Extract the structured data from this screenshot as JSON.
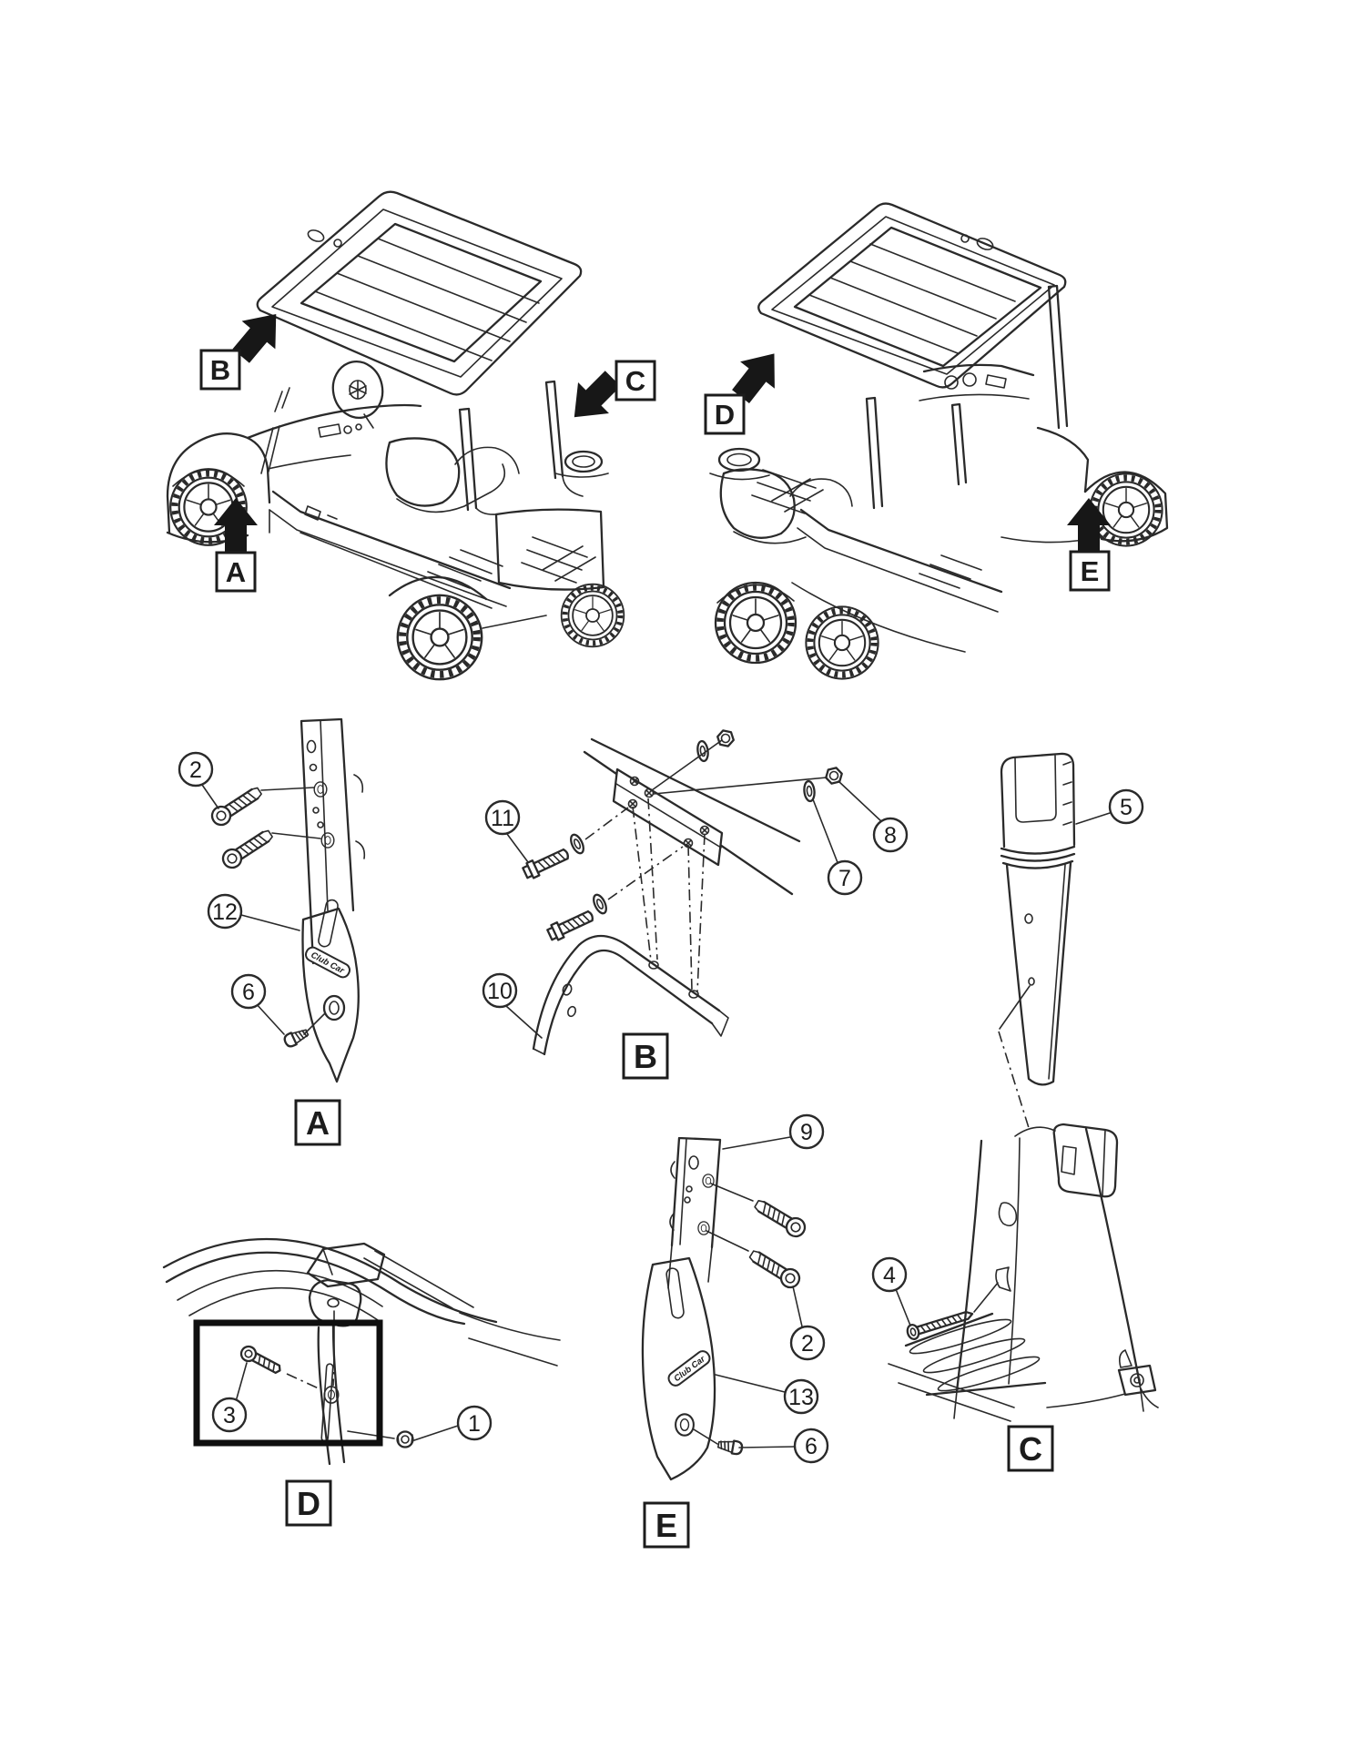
{
  "figure": {
    "kind": "exploded-parts-diagram",
    "subject": "golf cart canopy and pillar assembly",
    "background_color": "#ffffff",
    "line_color": "#2a2a2a"
  },
  "overview": {
    "left_cart": {
      "arrows": [
        {
          "letter": "B"
        },
        {
          "letter": "C"
        },
        {
          "letter": "A"
        }
      ]
    },
    "right_cart": {
      "arrows": [
        {
          "letter": "D"
        },
        {
          "letter": "E"
        }
      ]
    }
  },
  "details": {
    "A": {
      "label": "A",
      "logo_text": "Club Car",
      "callouts": {
        "bolt": "2",
        "cover": "12",
        "screw": "6"
      }
    },
    "B": {
      "label": "B",
      "callouts": {
        "bolt": "11",
        "washer": "7",
        "nut": "8",
        "strut": "10"
      }
    },
    "C": {
      "label": "C",
      "callouts": {
        "pillar": "5",
        "screw": "4"
      }
    },
    "D": {
      "label": "D",
      "callouts": {
        "screw": "3",
        "nut": "1"
      }
    },
    "E": {
      "label": "E",
      "logo_text": "Club Car",
      "callouts": {
        "pillar": "9",
        "bolt": "2",
        "cover": "13",
        "screw": "6"
      }
    }
  }
}
